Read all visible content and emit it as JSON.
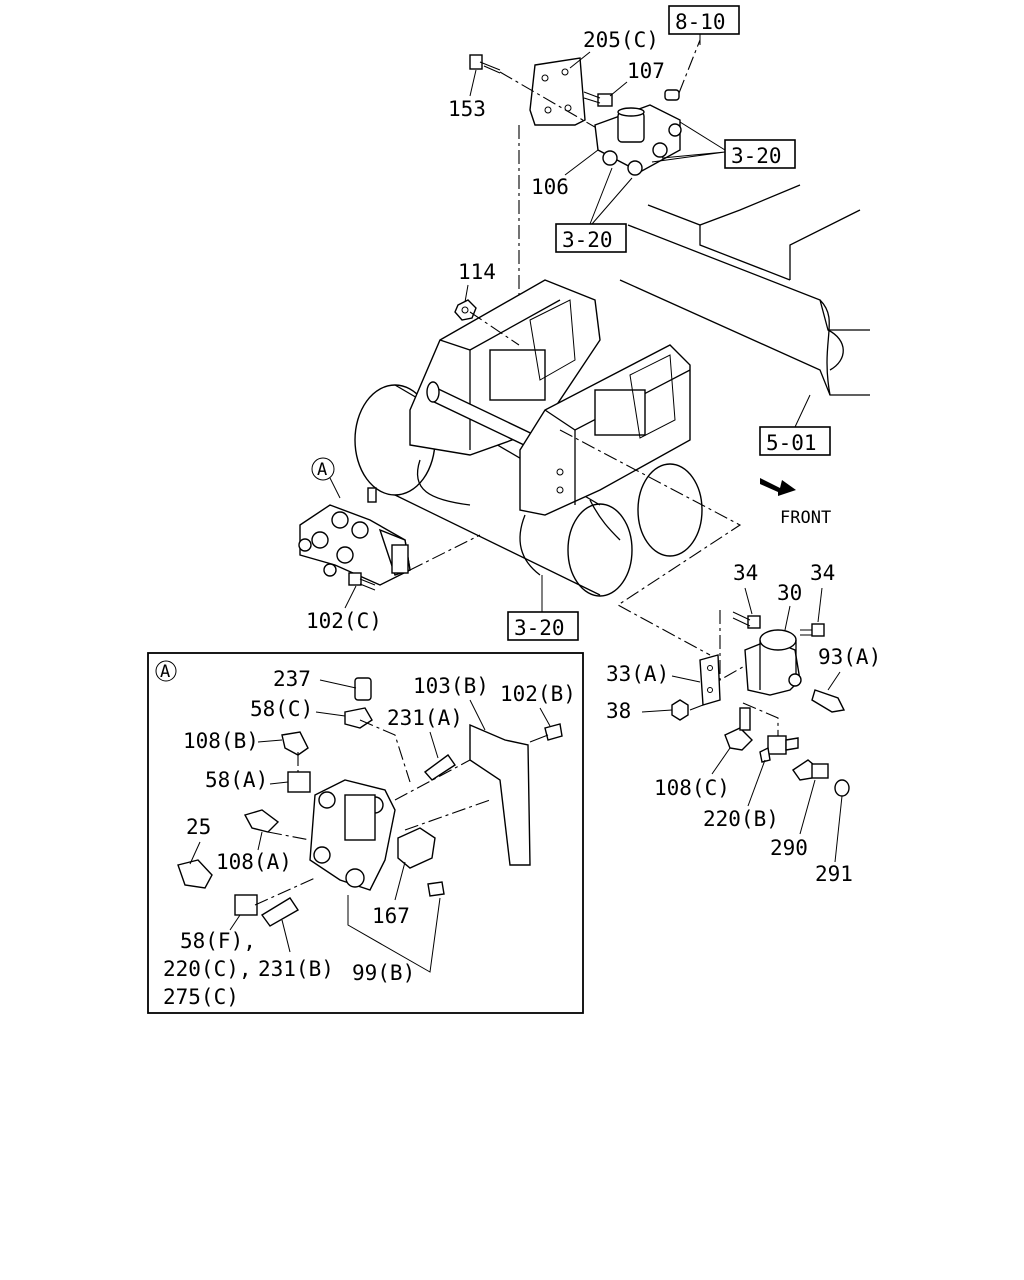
{
  "references": {
    "ref_8_10": "8-10",
    "ref_3_20_a": "3-20",
    "ref_3_20_b": "3-20",
    "ref_3_20_c": "3-20",
    "ref_5_01": "5-01"
  },
  "direction": {
    "front": "FRONT"
  },
  "callouts": {
    "c205c": "205(C)",
    "c107": "107",
    "c153": "153",
    "c106": "106",
    "c114": "114",
    "c102c": "102(C)",
    "c34a": "34",
    "c34b": "34",
    "c30": "30",
    "c93a": "93(A)",
    "c33a": "33(A)",
    "c38": "38",
    "c108c": "108(C)",
    "c220b": "220(B)",
    "c290": "290",
    "c291": "291",
    "detail_marker": "A"
  },
  "detail_a": {
    "marker": "A",
    "c237": "237",
    "c58c": "58(C)",
    "c103b": "103(B)",
    "c102b": "102(B)",
    "c231a": "231(A)",
    "c108b": "108(B)",
    "c58a": "58(A)",
    "c25": "25",
    "c108a": "108(A)",
    "c167": "167",
    "c58f": "58(F),",
    "c220c": "220(C),",
    "c231b": "231(B)",
    "c99b": "99(B)",
    "c275c": "275(C)"
  }
}
